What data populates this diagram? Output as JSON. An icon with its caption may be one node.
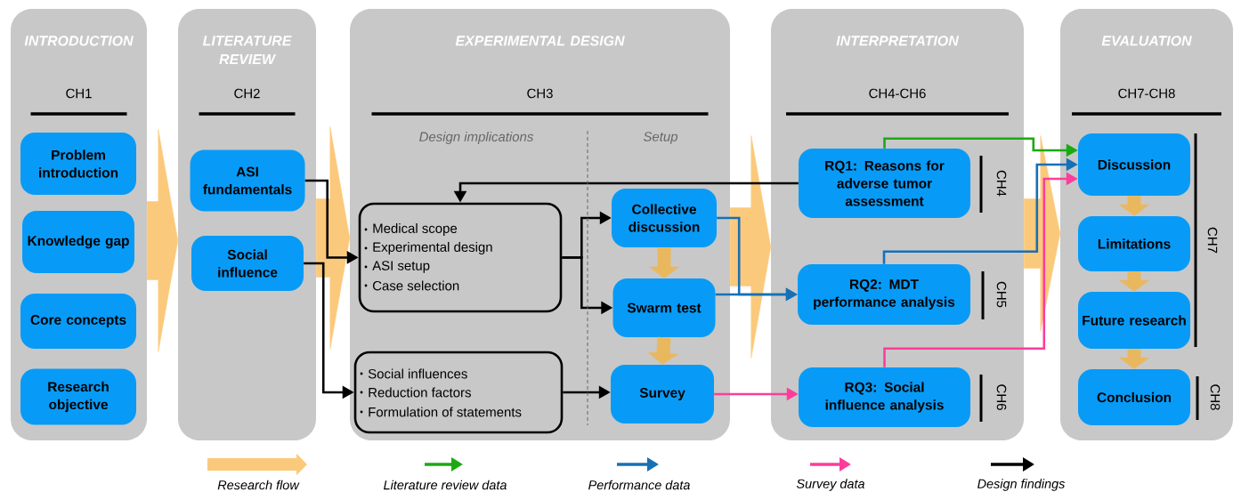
{
  "diagram": {
    "nodes": [
      {
        "text": [
          "INTRODUCTION",
          "CH1"
        ]
      },
      {
        "text": [
          "Problem introduction"
        ],
        "in": 0
      },
      {
        "text": [
          "Knowledge gap"
        ],
        "in": 0
      },
      {
        "text": [
          "Core concepts"
        ],
        "in": 0
      },
      {
        "text": [
          "Research objective"
        ],
        "in": 0
      },
      {
        "text": [
          "LITERATURE REVIEW",
          "CH2"
        ]
      },
      {
        "text": [
          "ASI fundamentals"
        ],
        "in": 5
      },
      {
        "text": [
          "Social influence"
        ],
        "in": 5
      },
      {
        "text": [
          "EXPERIMENTAL DESIGN",
          "CH3"
        ]
      },
      {
        "text": [
          "Medical scope",
          "Experimental design",
          "ASI setup",
          "Case selection"
        ],
        "in": 8
      },
      {
        "text": [
          "Social influences",
          "Reduction factors",
          "Formulation of statements"
        ],
        "in": 8
      },
      {
        "text": [
          "Collective discussion"
        ],
        "in": 8
      },
      {
        "text": [
          "Swarm test"
        ],
        "in": 8
      },
      {
        "text": [
          "Survey"
        ],
        "in": 8
      },
      {
        "text": [
          "INTERPRETATION",
          "CH4-CH6"
        ]
      },
      {
        "text": [
          "RQ1: Reasons for adverse tumor assessment"
        ],
        "in": 14,
        "beside": [
          "CH4"
        ]
      },
      {
        "text": [
          "RQ2: MDT performance analysis"
        ],
        "in": 14,
        "beside": [
          "CH5"
        ]
      },
      {
        "text": [
          "RQ3: Social influence analysis"
        ],
        "in": 14,
        "beside": [
          "CH6"
        ]
      },
      {
        "text": [
          "EVALUATION",
          "CH7-CH8"
        ]
      },
      {
        "text": [
          "Discussion"
        ],
        "in": 18
      },
      {
        "text": [
          "Limitations"
        ],
        "in": 18
      },
      {
        "text": [
          "Future research"
        ],
        "in": 18
      },
      {
        "text": [
          "Conclusion"
        ],
        "in": 18,
        "beside": [
          "CH8"
        ]
      }
    ],
    "edges": [
      {
        "from": 0,
        "to": 5,
        "arrow": "to",
        "style": "thick",
        "color": "#fbc97c"
      },
      {
        "from": 5,
        "to": 8,
        "arrow": "to",
        "style": "thick",
        "color": "#fbc97c"
      },
      {
        "from": 8,
        "to": 14,
        "arrow": "to",
        "style": "thick",
        "color": "#fbc97c"
      },
      {
        "from": 14,
        "to": 18,
        "arrow": "to",
        "style": "thick",
        "color": "#fbc97c"
      },
      {
        "from": 11,
        "to": 12,
        "arrow": "to",
        "style": "thick",
        "color": "#e9b85e"
      },
      {
        "from": 12,
        "to": 13,
        "arrow": "to",
        "style": "thick",
        "color": "#e9b85e"
      },
      {
        "from": 19,
        "to": 20,
        "arrow": "to",
        "style": "thick",
        "color": "#e9b85e"
      },
      {
        "from": 20,
        "to": 21,
        "arrow": "to",
        "style": "thick",
        "color": "#e9b85e"
      },
      {
        "from": 21,
        "to": 22,
        "arrow": "to",
        "style": "thick",
        "color": "#e9b85e"
      },
      {
        "from": 6,
        "to": 9,
        "arrow": "to"
      },
      {
        "from": 7,
        "to": 10,
        "arrow": "to"
      },
      {
        "from": 15,
        "to": 9,
        "arrow": "to"
      },
      {
        "from": 9,
        "to": 11,
        "arrow": "to"
      },
      {
        "from": 9,
        "to": 12,
        "arrow": "to"
      },
      {
        "from": 10,
        "to": 13,
        "arrow": "to"
      },
      {
        "from": 11,
        "to": 16,
        "arrow": "to",
        "color": "#1670b5"
      },
      {
        "from": 12,
        "to": 16,
        "arrow": "to",
        "color": "#1670b5"
      },
      {
        "from": 13,
        "to": 17,
        "arrow": "to",
        "color": "#fc3d9b"
      },
      {
        "from": 15,
        "to": 19,
        "arrow": "to",
        "color": "#1aaa12"
      },
      {
        "from": 16,
        "to": 19,
        "arrow": "to",
        "color": "#1670b5"
      },
      {
        "from": 17,
        "to": 19,
        "arrow": "to",
        "color": "#fc3d9b"
      }
    ],
    "labels": [
      "Design implications",
      "Setup",
      "CH7"
    ],
    "legend": [
      {
        "text": "Research flow"
      },
      {
        "text": "Literature review data"
      },
      {
        "text": "Performance data"
      },
      {
        "text": "Survey data"
      },
      {
        "text": "Design findings"
      }
    ]
  }
}
